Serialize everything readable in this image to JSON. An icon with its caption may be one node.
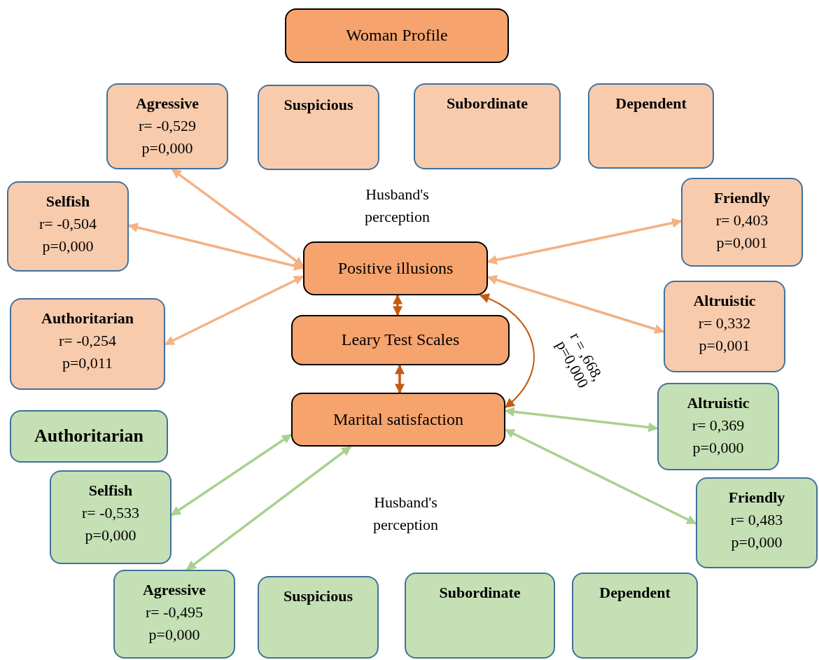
{
  "diagram": {
    "nodes": [
      {
        "text": [
          "Woman Profile"
        ]
      },
      {
        "text": [
          "Agressive",
          "r= -0,529",
          "p=0,000"
        ]
      },
      {
        "text": [
          "Suspicious"
        ]
      },
      {
        "text": [
          "Subordinate"
        ]
      },
      {
        "text": [
          "Dependent"
        ]
      },
      {
        "text": [
          "Selfish",
          "r= -0,504",
          "p=0,000"
        ]
      },
      {
        "text": [
          "Friendly",
          "r= 0,403",
          "p=0,001"
        ]
      },
      {
        "text": [
          "Positive illusions"
        ]
      },
      {
        "text": [
          "Authoritarian",
          "r= -0,254",
          "p=0,011"
        ]
      },
      {
        "text": [
          "Altruistic",
          "r= 0,332",
          "p=0,001"
        ]
      },
      {
        "text": [
          "Leary Test Scales"
        ]
      },
      {
        "text": [
          "Marital satisfaction"
        ]
      },
      {
        "text": [
          "Altruistic",
          "r= 0,369",
          "p=0,000"
        ]
      },
      {
        "text": [
          "Authoritarian"
        ]
      },
      {
        "text": [
          "Selfish",
          "r= -0,533",
          "p=0,000"
        ]
      },
      {
        "text": [
          "Friendly",
          "r= 0,483",
          "p=0,000"
        ]
      },
      {
        "text": [
          "Agressive",
          "r= -0,495",
          "p=0,000"
        ]
      },
      {
        "text": [
          "Suspicious"
        ]
      },
      {
        "text": [
          "Subordinate"
        ]
      },
      {
        "text": [
          "Dependent"
        ]
      }
    ],
    "edges": [
      {
        "from": 1,
        "to": 7,
        "arrow": "both"
      },
      {
        "from": 5,
        "to": 7,
        "arrow": "both"
      },
      {
        "from": 8,
        "to": 7,
        "arrow": "both"
      },
      {
        "from": 7,
        "to": 6,
        "arrow": "both"
      },
      {
        "from": 7,
        "to": 9,
        "arrow": "both"
      },
      {
        "from": 7,
        "to": 10,
        "arrow": "both",
        "color": "#c55a11"
      },
      {
        "from": 10,
        "to": 11,
        "arrow": "both",
        "color": "#c55a11"
      },
      {
        "from": 7,
        "to": 11,
        "arrow": "both",
        "color": "#c55a11",
        "label": "r = ,668, p=0,000"
      },
      {
        "from": 11,
        "to": 12,
        "arrow": "both",
        "color": "#a9d18e"
      },
      {
        "from": 11,
        "to": 15,
        "arrow": "both",
        "color": "#a9d18e"
      },
      {
        "from": 14,
        "to": 11,
        "arrow": "both",
        "color": "#a9d18e"
      },
      {
        "from": 16,
        "to": 11,
        "arrow": "both",
        "color": "#a9d18e"
      }
    ],
    "labels": [
      "Husband's perception",
      "Husband's perception"
    ]
  }
}
